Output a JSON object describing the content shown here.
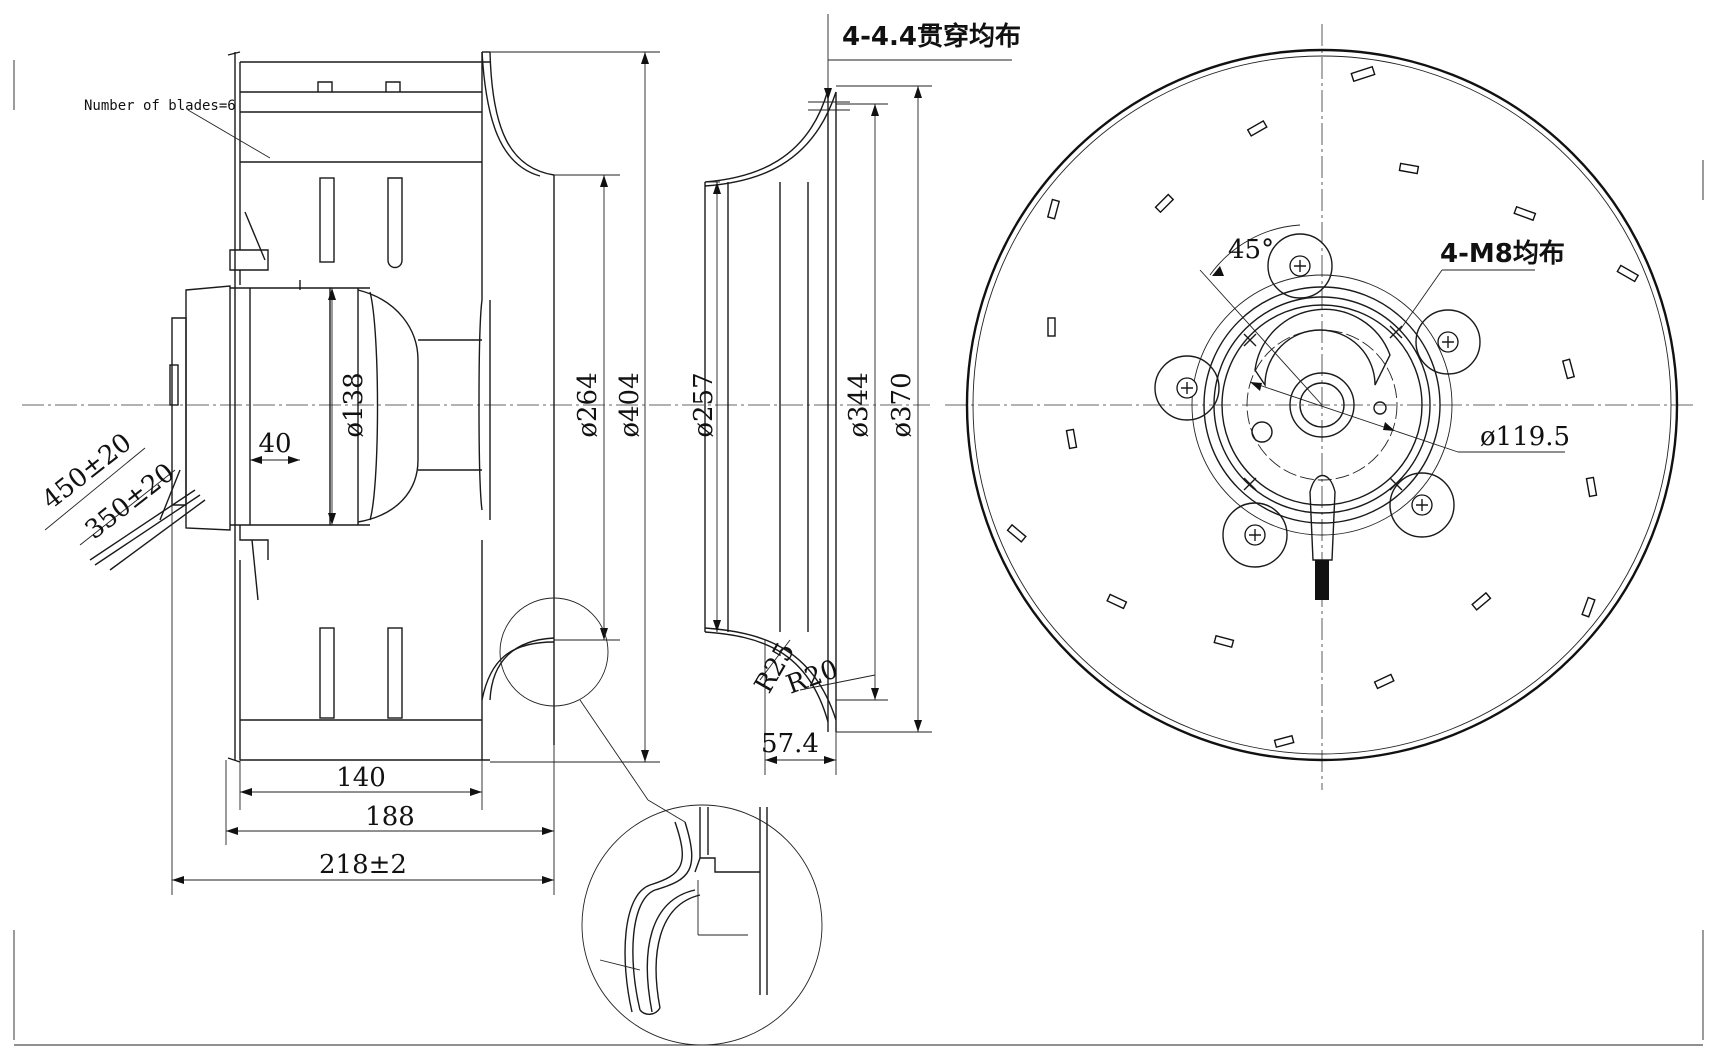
{
  "side_view": {
    "blades_note": "Number of blades=6",
    "dim_hub_len": "40",
    "dim_motor_dia": "ø138",
    "dim_cable_long": "450±20",
    "dim_cable_short": "350±20",
    "dim_impeller_inner": "ø264",
    "dim_impeller_outer": "ø404",
    "dim_width_140": "140",
    "dim_width_188": "188",
    "dim_width_218": "218±2"
  },
  "inlet_ring": {
    "holes_note": "4-4.4贯穿均布",
    "dim_257": "ø257",
    "dim_344": "ø344",
    "dim_370": "ø370",
    "radius_r25": "R25",
    "radius_r20": "R20",
    "dim_depth": "57.4"
  },
  "front_view": {
    "angle": "45°",
    "bolt_note": "4-M8均布",
    "pcd": "ø119.5"
  }
}
